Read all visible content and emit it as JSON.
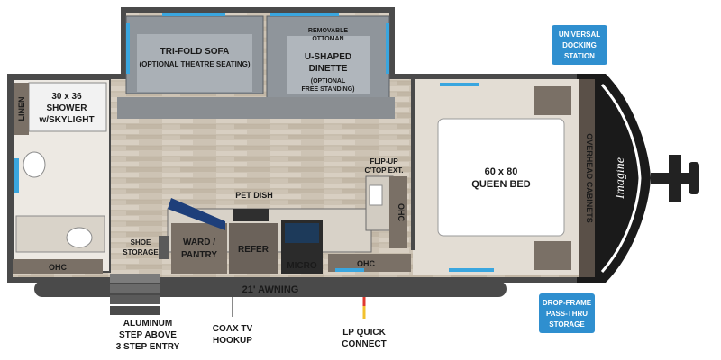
{
  "brand": {
    "logo_text": "Imagine"
  },
  "colors": {
    "accent_blue": "#3aa6df",
    "callout_blue": "#2f8fcf",
    "floor": "#cfc5b6",
    "wall": "#4a4a4a",
    "awning": "#4a4a4a",
    "connect_red": "#e03a2f",
    "connect_yellow": "#f2c12e"
  },
  "rooms": {
    "shower": [
      "30 x 36",
      "SHOWER",
      "w/SKYLIGHT"
    ],
    "linen": "LINEN",
    "sofa": [
      "TRI-FOLD SOFA",
      "(OPTIONAL THEATRE SEATING)"
    ],
    "ottoman": [
      "REMOVABLE",
      "OTTOMAN"
    ],
    "dinette": [
      "U-SHAPED",
      "DINETTE"
    ],
    "dinette_note": [
      "(OPTIONAL",
      "FREE STANDING)"
    ],
    "flip_up": [
      "FLIP-UP",
      "C'TOP EXT."
    ],
    "bed": [
      "60 x 80",
      "QUEEN BED"
    ],
    "overhead": "OVERHEAD CABINETS",
    "pet_dish": "PET DISH",
    "shoe": [
      "SHOE",
      "STORAGE"
    ],
    "ward": [
      "WARD /",
      "PANTRY"
    ],
    "refer": "REFER",
    "micro": "MICRO",
    "ohc": "OHC",
    "awning": "21' AWNING"
  },
  "callouts": {
    "docking": [
      "UNIVERSAL",
      "DOCKING",
      "STATION"
    ],
    "drop_frame": [
      "DROP-FRAME",
      "PASS-THRU",
      "STORAGE"
    ]
  },
  "labels": {
    "aluminum": "ALUMINUM",
    "step_above": "STEP ABOVE",
    "step_entry": "3 STEP ENTRY",
    "coax": [
      "COAX TV",
      "HOOKUP"
    ],
    "lp": [
      "LP QUICK",
      "CONNECT"
    ]
  }
}
